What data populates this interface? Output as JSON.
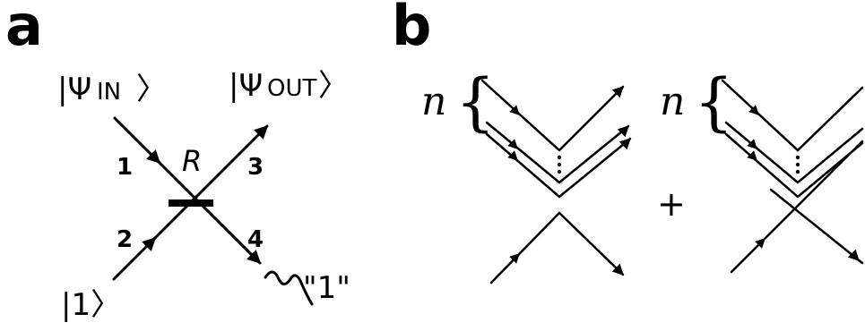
{
  "panel_a": {
    "label": "a",
    "ket_in_prefix": "|Ψ",
    "ket_in_sub": "IN",
    "ket_in_suffix": "〉",
    "ket_out_prefix": "|Ψ",
    "ket_out_sub": "OUT",
    "ket_out_suffix": "〉",
    "ket_one": "|1〉",
    "port_1": "1",
    "port_2": "2",
    "port_3": "3",
    "port_4": "4",
    "reflectivity": "R",
    "detection": "\"1\""
  },
  "panel_b": {
    "label": "b",
    "n_left": "n",
    "n_right": "n",
    "brace_left": "{",
    "brace_right": "{",
    "plus": "+"
  }
}
